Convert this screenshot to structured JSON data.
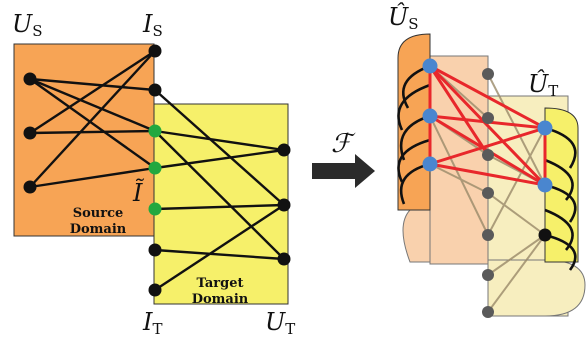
{
  "labels": {
    "source_users": "U",
    "source_users_sub": "S",
    "source_items": "I",
    "source_items_sub": "S",
    "overlap_items": "Ĩ",
    "target_items": "I",
    "target_items_sub": "T",
    "target_users": "U",
    "target_users_sub": "T",
    "mapping": "ℱ",
    "mapped_source_users": "Û",
    "mapped_source_users_sub": "S",
    "mapped_target_users": "Û",
    "mapped_target_users_sub": "T"
  },
  "domains": {
    "source": {
      "line1": "Source",
      "line2": "Domain"
    },
    "target": {
      "line1": "Target",
      "line2": "Domain"
    }
  },
  "colors": {
    "source_fill": "#f7a455",
    "target_fill": "#f6f06a",
    "overlap_node": "#22a83f",
    "mapped_user_node": "#4a86cf",
    "mapped_link": "#e8272b",
    "node": "#111111",
    "grey_node": "#5a5a5a"
  }
}
